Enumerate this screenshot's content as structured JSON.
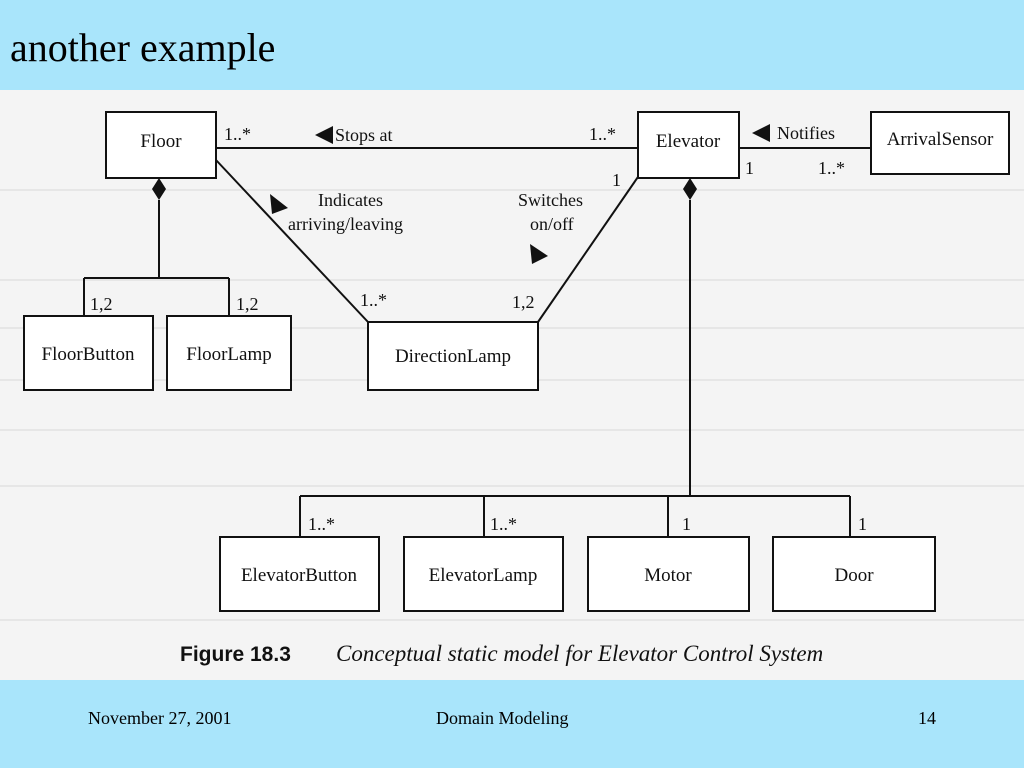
{
  "slide": {
    "title": "another example",
    "footer": {
      "date": "November 27, 2001",
      "center": "Domain Modeling",
      "page": "14"
    }
  },
  "diagram": {
    "caption": {
      "label": "Figure 18.3",
      "text": "Conceptual static model for Elevator Control System"
    },
    "classes": {
      "floor": "Floor",
      "elevator": "Elevator",
      "arrival_sensor": "ArrivalSensor",
      "floor_button": "FloorButton",
      "floor_lamp": "FloorLamp",
      "direction_lamp": "DirectionLamp",
      "elevator_button": "ElevatorButton",
      "elevator_lamp": "ElevatorLamp",
      "motor": "Motor",
      "door": "Door"
    },
    "associations": {
      "stops_at": {
        "label": "Stops at",
        "left_mult": "1..*",
        "right_mult": "1..*",
        "direction_icon": "triangle-left-icon"
      },
      "notifies": {
        "label": "Notifies",
        "left_mult": "1",
        "right_mult": "1..*",
        "direction_icon": "triangle-left-icon"
      },
      "indicates": {
        "label_line1": "Indicates",
        "label_line2": "arriving/leaving",
        "mult": "1..*",
        "direction_icon": "triangle-right-down-icon"
      },
      "switches": {
        "label_line1": "Switches",
        "label_line2": "on/off",
        "top_mult": "1",
        "bottom_mult": "1,2",
        "direction_icon": "triangle-right-down-icon"
      }
    },
    "multiplicities": {
      "floor_button": "1,2",
      "floor_lamp": "1,2",
      "elevator_button": "1..*",
      "elevator_lamp": "1..*",
      "motor": "1",
      "door": "1"
    },
    "colors": {
      "background": "#a9e5fb",
      "figure": "#f4f4f4",
      "ink": "#111111"
    }
  }
}
